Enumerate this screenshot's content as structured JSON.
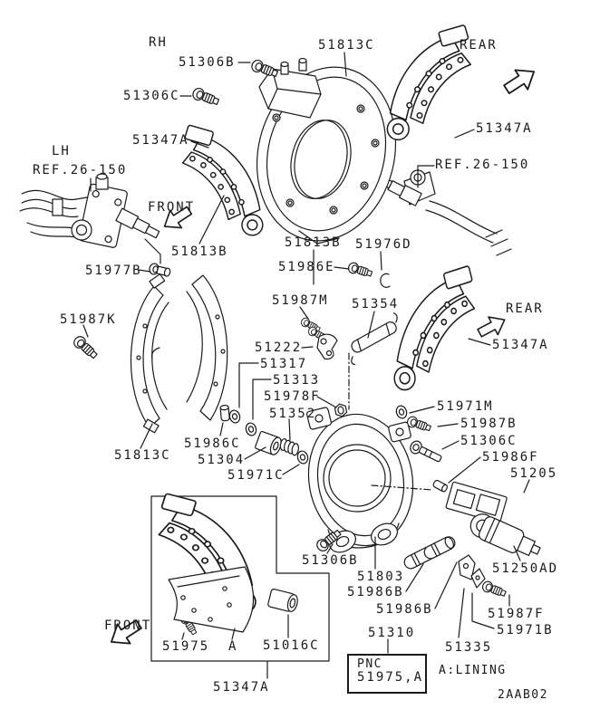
{
  "page": {
    "background": "#ffffff",
    "ink": "#1a1a1a"
  },
  "labels": {
    "rh": "RH",
    "lh": "LH",
    "ref_left": "REF.26-150",
    "ref_right": "REF.26-150",
    "front_top": "FRONT",
    "front_bottom": "FRONT",
    "rear_top": "REAR",
    "rear_mid": "REAR",
    "p51306b_top": "51306B",
    "p51306c_top": "51306C",
    "p51347a_topleft": "51347A",
    "p51347a_topright": "51347A",
    "p51347a_mid": "51347A",
    "p51347a_bottom": "51347A",
    "p51813c_top": "51813C",
    "p51813c_left": "51813C",
    "p51813b_left": "51813B",
    "p51813b_right": "51813B",
    "p51976d": "51976D",
    "p51986e": "51986E",
    "p51977b": "51977B",
    "p51987k": "51987K",
    "p51987m": "51987M",
    "p51354": "51354",
    "p51222": "51222",
    "p51317": "51317",
    "p51313": "51313",
    "p51978f": "51978F",
    "p51352": "51352",
    "p51986c": "51986C",
    "p51304": "51304",
    "p51971c": "51971C",
    "p51971m": "51971M",
    "p51987b": "51987B",
    "p51306c_right": "51306C",
    "p51986f": "51986F",
    "p51205": "51205",
    "p51306b_bottom": "51306B",
    "p51803": "51803",
    "p51986b_1": "51986B",
    "p51986b_2": "51986B",
    "p51250ad": "51250AD",
    "p51987f": "51987F",
    "p51971b": "51971B",
    "p51310": "51310",
    "p51335": "51335",
    "p51975": "51975",
    "a_mark": "A",
    "p51016c": "51016C",
    "lining_note": "A:LINING",
    "drawing_code": "2AAB02"
  },
  "pnc_box": {
    "title": "PNC",
    "value": "51975,A"
  }
}
